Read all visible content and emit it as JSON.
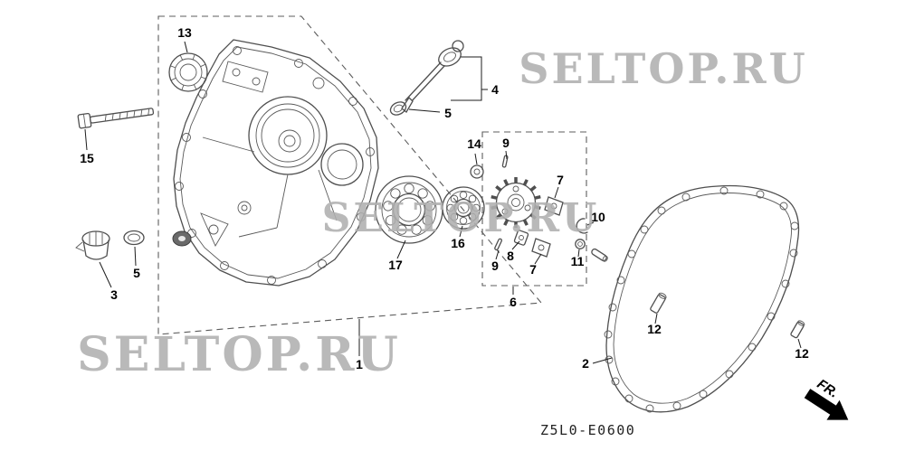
{
  "diagram": {
    "code": "Z5L0-E0600",
    "direction_label": "FR.",
    "watermark": "SELTOP.RU"
  },
  "callouts": [
    {
      "id": "oil-seal",
      "label": "13"
    },
    {
      "id": "flange-bolt",
      "label": "15"
    },
    {
      "id": "oil-filler-cap",
      "label": "3"
    },
    {
      "id": "filler-cap-gasket",
      "label": "5"
    },
    {
      "id": "oil-dipstick",
      "label": "4"
    },
    {
      "id": "dipstick-washer",
      "label": "5"
    },
    {
      "id": "plain-washer",
      "label": "14"
    },
    {
      "id": "governor-pin-upper",
      "label": "9"
    },
    {
      "id": "ball-bearing-large",
      "label": "17"
    },
    {
      "id": "ball-bearing-small",
      "label": "16"
    },
    {
      "id": "governor-pin-lower",
      "label": "9"
    },
    {
      "id": "governor-slider",
      "label": "8"
    },
    {
      "id": "governor-weight-upper",
      "label": "7"
    },
    {
      "id": "governor-weight-lower",
      "label": "7"
    },
    {
      "id": "governor-holder",
      "label": "10"
    },
    {
      "id": "governor-washer",
      "label": "11"
    },
    {
      "id": "governor-gear-assembly",
      "label": "6"
    },
    {
      "id": "crankcase-cover",
      "label": "1"
    },
    {
      "id": "cover-gasket",
      "label": "2"
    },
    {
      "id": "dowel-pin-upper",
      "label": "12"
    },
    {
      "id": "dowel-pin-lower",
      "label": "12"
    }
  ]
}
